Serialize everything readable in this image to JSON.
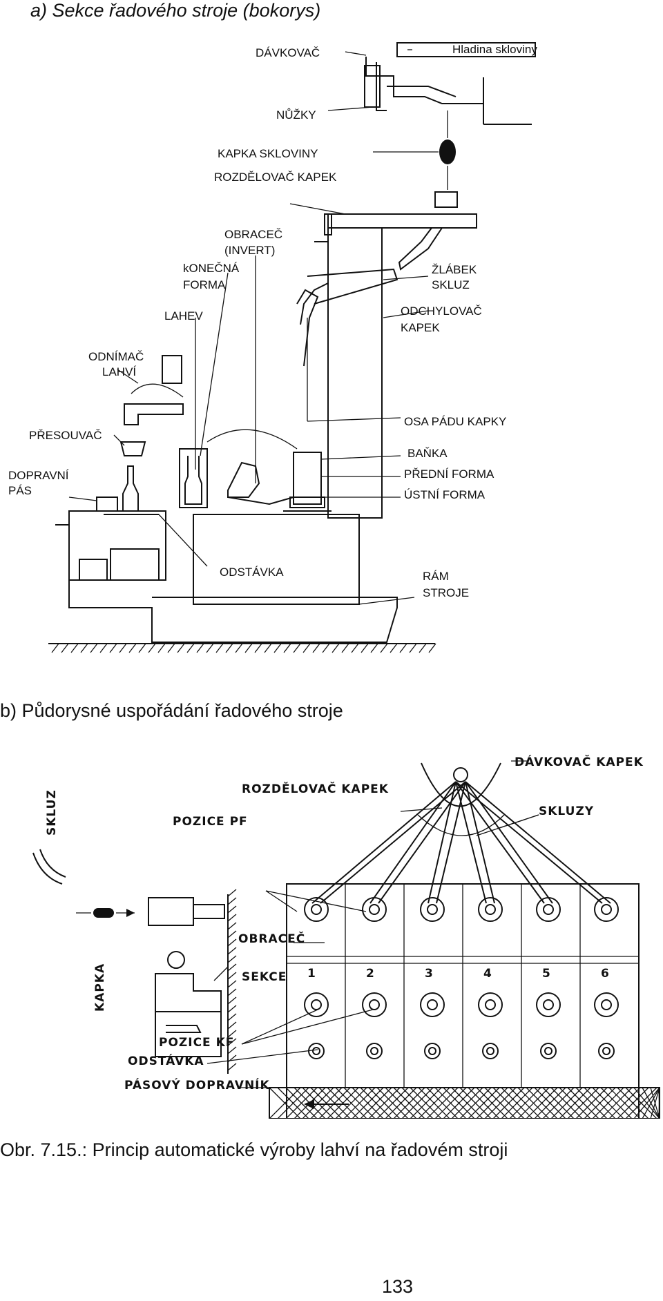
{
  "heading_a": "a)  Sekce  řadového stroje (bokorys)",
  "heading_b": "b) Půdorysné uspořádání řadového stroje",
  "caption": "Obr. 7.15.: Princip automatické výroby lahví na řadovém stroji",
  "page_number": "133",
  "side_view": {
    "labels": {
      "davkovac": "DÁVKOVAČ",
      "hladina": "Hladina skloviny",
      "nuzky": "NŮŽKY",
      "kapka": "KAPKA SKLOVINY",
      "rozdelovac": "ROZDĚLOVAČ KAPEK",
      "obracec": "OBRACEČ",
      "invert": "(INVERT)",
      "konecna": "kONEČNÁ",
      "forma": "FORMA",
      "zlabek": "ŽLÁBEK",
      "skluz": "SKLUZ",
      "odchylovac": "ODCHYLOVAČ",
      "kapek": "KAPEK",
      "lahev": "LAHEV",
      "odnimac": "ODNÍMAČ",
      "lahvi": "LAHVÍ",
      "osa": "OSA PÁDU KAPKY",
      "presouvac": "PŘESOUVAČ",
      "banka": "BAŇKA",
      "dopravni": "DOPRAVNÍ",
      "pas": "PÁS",
      "predni": "PŘEDNÍ FORMA",
      "ustni": "ÚSTNÍ FORMA",
      "odstavka": "ODSTÁVKA",
      "ram": "RÁM",
      "stroje": "STROJE"
    }
  },
  "plan_view": {
    "labels": {
      "davkovac_kapek": "DÁVKOVAČ KAPEK",
      "rozdelovac_kapek": "ROZDĚLOVAČ KAPEK",
      "skluzy": "SKLUZY",
      "pozice_pf": "POZICE PF",
      "skluz": "SKLUZ",
      "obracec": "OBRACEČ",
      "sekce": "SEKCE",
      "kapka": "KAPKA",
      "pozice_kf": "POZICE KF",
      "odstavka": "ODSTÁVKA",
      "pasovy": "PÁSOVÝ DOPRAVNÍK"
    },
    "sections": [
      "1",
      "2",
      "3",
      "4",
      "5",
      "6"
    ]
  }
}
